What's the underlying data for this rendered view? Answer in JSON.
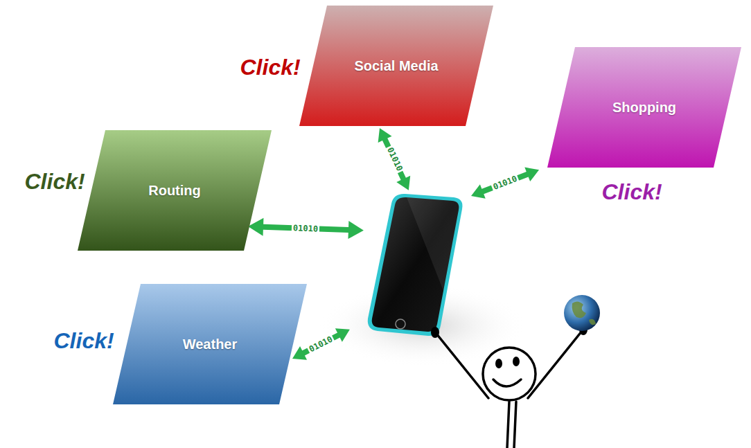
{
  "diagram": {
    "nodes": [
      {
        "text": [
          "Social Media"
        ]
      },
      {
        "text": [
          "Shopping"
        ]
      },
      {
        "text": [
          "Routing"
        ]
      },
      {
        "text": [
          "Weather"
        ]
      }
    ],
    "labels": [
      "Click!",
      "Click!",
      "Click!",
      "Click!",
      "01010",
      "01010",
      "01010",
      "01010"
    ]
  }
}
